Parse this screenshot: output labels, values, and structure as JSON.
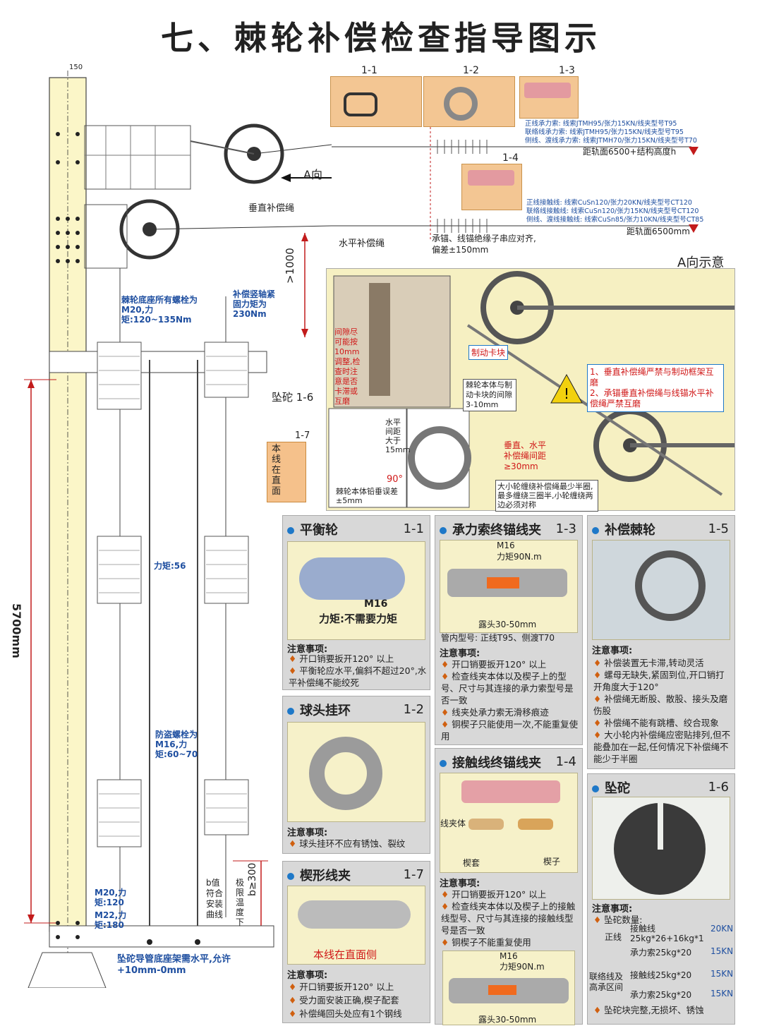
{
  "title": "七、棘轮补偿检查指导图示",
  "top_labels": {
    "dim_150": "150",
    "a_dir": "A向",
    "vertical_rope": "垂直补偿绳",
    "horizontal_rope": "水平补偿绳",
    "gt1000": ">1000",
    "bolts_base": "棘轮底座所有螺栓为M20,力矩:120~135Nm",
    "shaft_torque": "补偿竖轴紧固力矩为230Nm",
    "weight_label": "坠砣 1-6",
    "torque56": "力矩:56",
    "anti_theft": "防盗螺栓为M16,力矩:60~70",
    "m20": "M20,力矩:120",
    "m22": "M22,力矩:180",
    "dim_5700": "5700mm",
    "b_value": "b值符合安装曲线",
    "limit_temp": "极限温度下",
    "b300": "b≥300",
    "base_level": "坠砣导管底座架需水平,允许+10mm-0mm",
    "b17_tag": "1-7",
    "b17_text": "本线在直面"
  },
  "top_photos": {
    "ids": [
      "1-1",
      "1-2",
      "1-3",
      "1-4"
    ],
    "upper_specs": [
      "正线承力索: 线索JTMH95/张力15KN/线夹型号T95",
      "联络线承力索: 线索JTMH95/张力15KN/线夹型号T95",
      "侧线、渡线承力索: 线索JTMH70/张力15KN/线夹型号T70"
    ],
    "upper_height": "距轨面6500+结构高度h",
    "lower_specs": [
      "正线接触线: 线索CuSn120/张力20KN/线夹型号CT120",
      "联络线接触线: 线索CuSn120/张力15KN/线夹型号CT120",
      "侧线、渡线接触线: 线索CuSn85/张力10KN/线夹型号CT85"
    ],
    "lower_height": "距轨面6500mm",
    "insulator_note": "承锚、线锚绝缘子串应对齐, 偏差±150mm"
  },
  "a_view": {
    "title": "A向示意",
    "gap_note": "间隙尽可能按10mm调整,检查时注意是否卡滞或互磨",
    "brake_block": "制动卡块",
    "body_gap": "棘轮本体与制动卡块的间隙3-10mm",
    "warnings": [
      "1、垂直补偿绳严禁与制动框架互磨",
      "2、承锚垂直补偿绳与线锚水平补偿绳严禁互磨"
    ],
    "ge15": "水平间距大于15mm",
    "angle90": "90°",
    "vertical_err": "棘轮本体铅垂误差±5mm",
    "rope_gap": "垂直、水平补偿绳间距≥30mm",
    "winding": "大小轮缠绕补偿绳最少半圈,最多缠绕三圈半,小轮缠绕两边必须对称"
  },
  "panels": {
    "p11": {
      "title": "平衡轮",
      "id": "1-1",
      "m16": "M16",
      "torque": "力矩:不需要力矩",
      "notes_title": "注意事项:",
      "notes": [
        "开口销要扳开120° 以上",
        "平衡轮应水平,偏斜不超过20°,水平补偿绳不能绞死"
      ]
    },
    "p12": {
      "title": "球头挂环",
      "id": "1-2",
      "notes_title": "注意事项:",
      "notes": [
        "球头挂环不应有锈蚀、裂纹"
      ]
    },
    "p17": {
      "title": "楔形线夹",
      "id": "1-7",
      "photo_label": "本线在直面侧",
      "notes_title": "注意事项:",
      "notes": [
        "开口销要扳开120° 以上",
        "受力面安装正确,楔子配套",
        "补偿绳回头处应有1个钢线"
      ]
    },
    "p13": {
      "title": "承力索终锚线夹",
      "id": "1-3",
      "m16": "M16",
      "torque": "力矩90N.m",
      "exposed": "露头30-50mm",
      "tube": "管内型号: 正线T95、侧渡T70",
      "notes_title": "注意事项:",
      "notes": [
        "开口销要扳开120° 以上",
        "检查线夹本体以及楔子上的型号、尺寸与其连接的承力索型号是否一致",
        "线夹处承力索无滑移痕迹",
        "铜楔子只能使用一次,不能重复使用"
      ]
    },
    "p14": {
      "title": "接触线终锚线夹",
      "id": "1-4",
      "clamp": "线夹体",
      "sleeve": "楔套",
      "wedge": "楔子",
      "m16": "M16",
      "torque": "力矩90N.m",
      "exposed": "露头30-50mm",
      "notes_title": "注意事项:",
      "notes": [
        "开口销要扳开120° 以上",
        "检查线夹本体以及楔子上的接触线型号、尺寸与其连接的接触线型号是否一致",
        "铜楔子不能重复使用"
      ]
    },
    "p15": {
      "title": "补偿棘轮",
      "id": "1-5",
      "notes_title": "注意事项:",
      "notes": [
        "补偿装置无卡滞,转动灵活",
        "螺母无缺失,紧固到位,开口销打开角度大于120°",
        "补偿绳无断股、散股、接头及磨伤股",
        "补偿绳不能有跳槽、绞合现象",
        "大小轮内补偿绳应密贴排列,但不能叠加在一起,任何情况下补偿绳不能少于半圈"
      ]
    },
    "p16": {
      "title": "坠砣",
      "id": "1-6",
      "notes_title": "注意事项:",
      "qty": "坠砣数量:",
      "main_line": "正线",
      "main_rows": [
        {
          "text": "接触线25kg*26+16kg*1",
          "kn": "20KN"
        },
        {
          "text": "承力索25kg*20",
          "kn": "15KN"
        }
      ],
      "link_line": "联络线及高承区间",
      "link_rows": [
        {
          "text": "接触线25kg*20",
          "kn": "15KN"
        },
        {
          "text": "承力索25kg*20",
          "kn": "15KN"
        }
      ],
      "last_note": "坠砣块完整,无损坏、锈蚀"
    }
  }
}
